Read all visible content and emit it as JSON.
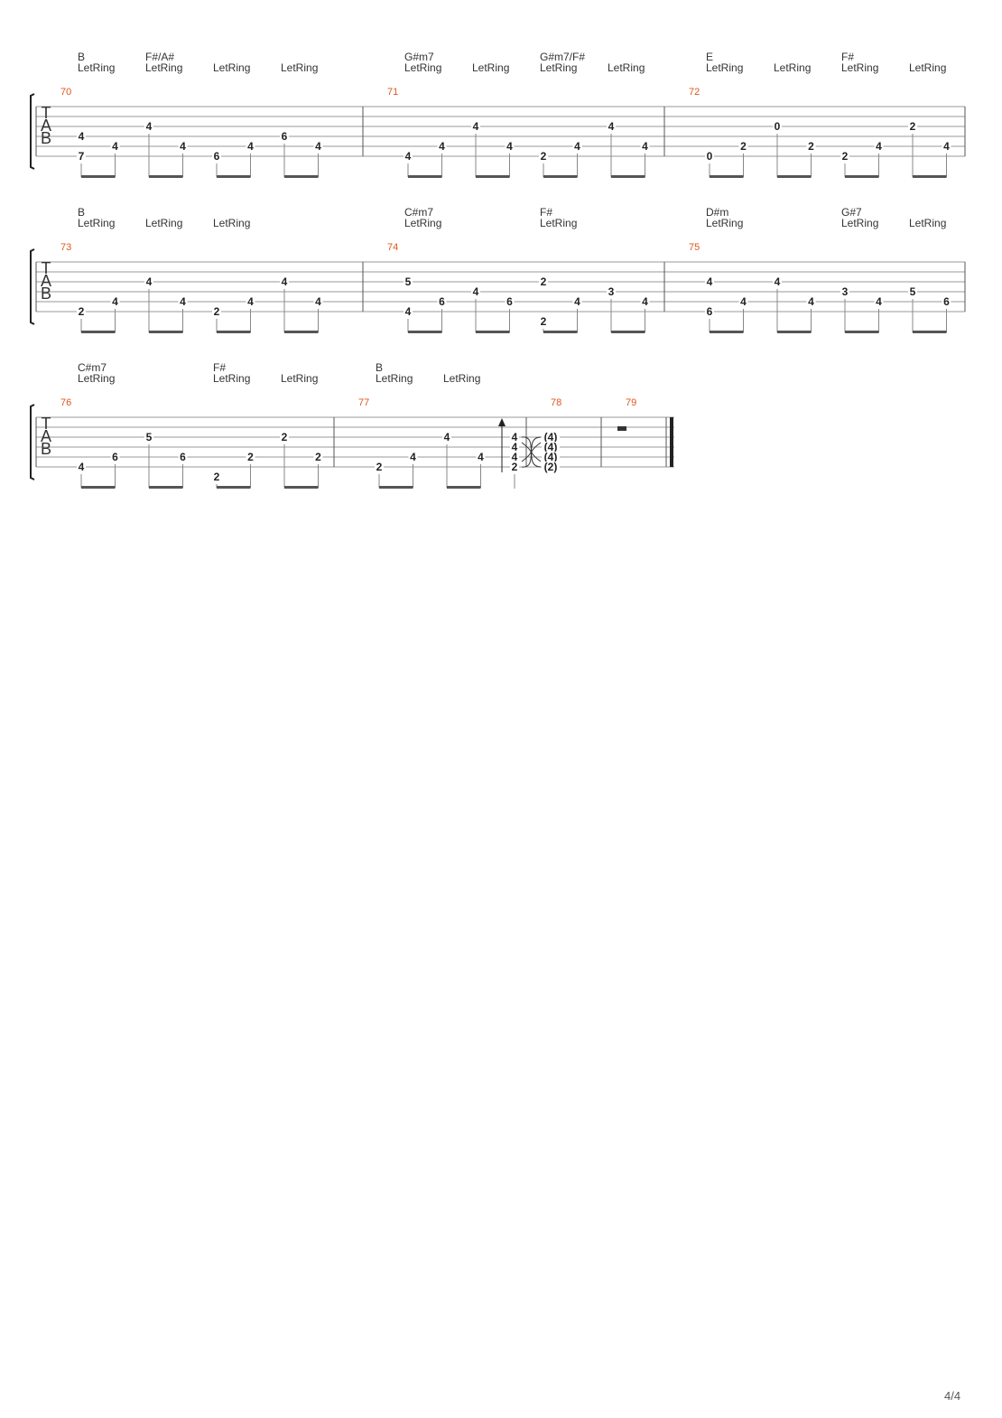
{
  "page": {
    "number": "4/4"
  },
  "clef": [
    "T",
    "A",
    "B"
  ],
  "systems": [
    {
      "measures": [
        {
          "number": "70",
          "chords": [
            {
              "name": "B",
              "beat": 0
            },
            {
              "name": "F#/A#",
              "beat": 2
            }
          ],
          "beats": [
            {
              "notes": [
                {
                  "s": 4,
                  "f": "4"
                },
                {
                  "s": 6,
                  "f": "7"
                }
              ],
              "letring": true
            },
            {
              "notes": [
                {
                  "s": 5,
                  "f": "4"
                }
              ],
              "letring": false
            },
            {
              "notes": [
                {
                  "s": 3,
                  "f": "4"
                }
              ],
              "letring": true
            },
            {
              "notes": [
                {
                  "s": 5,
                  "f": "4"
                }
              ],
              "letring": false
            },
            {
              "notes": [
                {
                  "s": 6,
                  "f": "6"
                }
              ],
              "letring": true
            },
            {
              "notes": [
                {
                  "s": 5,
                  "f": "4"
                }
              ],
              "letring": false
            },
            {
              "notes": [
                {
                  "s": 4,
                  "f": "6"
                }
              ],
              "letring": true
            },
            {
              "notes": [
                {
                  "s": 5,
                  "f": "4"
                }
              ],
              "letring": false
            }
          ]
        },
        {
          "number": "71",
          "chords": [
            {
              "name": "G#m7",
              "beat": 0
            },
            {
              "name": "G#m7/F#",
              "beat": 4
            }
          ],
          "beats": [
            {
              "notes": [
                {
                  "s": 6,
                  "f": "4"
                }
              ],
              "letring": true
            },
            {
              "notes": [
                {
                  "s": 5,
                  "f": "4"
                }
              ],
              "letring": false
            },
            {
              "notes": [
                {
                  "s": 3,
                  "f": "4"
                }
              ],
              "letring": true
            },
            {
              "notes": [
                {
                  "s": 5,
                  "f": "4"
                }
              ],
              "letring": false
            },
            {
              "notes": [
                {
                  "s": 6,
                  "f": "2"
                }
              ],
              "letring": true
            },
            {
              "notes": [
                {
                  "s": 5,
                  "f": "4"
                }
              ],
              "letring": false
            },
            {
              "notes": [
                {
                  "s": 3,
                  "f": "4"
                }
              ],
              "letring": true
            },
            {
              "notes": [
                {
                  "s": 5,
                  "f": "4"
                }
              ],
              "letring": false
            }
          ]
        },
        {
          "number": "72",
          "chords": [
            {
              "name": "E",
              "beat": 0
            },
            {
              "name": "F#",
              "beat": 4
            }
          ],
          "beats": [
            {
              "notes": [
                {
                  "s": 6,
                  "f": "0"
                }
              ],
              "letring": true
            },
            {
              "notes": [
                {
                  "s": 5,
                  "f": "2"
                }
              ],
              "letring": false
            },
            {
              "notes": [
                {
                  "s": 3,
                  "f": "0"
                }
              ],
              "letring": true
            },
            {
              "notes": [
                {
                  "s": 5,
                  "f": "2"
                }
              ],
              "letring": false
            },
            {
              "notes": [
                {
                  "s": 6,
                  "f": "2"
                }
              ],
              "letring": true
            },
            {
              "notes": [
                {
                  "s": 5,
                  "f": "4"
                }
              ],
              "letring": false
            },
            {
              "notes": [
                {
                  "s": 3,
                  "f": "2"
                }
              ],
              "letring": true
            },
            {
              "notes": [
                {
                  "s": 5,
                  "f": "4"
                }
              ],
              "letring": false
            }
          ]
        }
      ]
    },
    {
      "measures": [
        {
          "number": "73",
          "chords": [
            {
              "name": "B",
              "beat": 0
            }
          ],
          "beats": [
            {
              "notes": [
                {
                  "s": 6,
                  "f": "2"
                }
              ],
              "letring": true
            },
            {
              "notes": [
                {
                  "s": 5,
                  "f": "4"
                }
              ],
              "letring": false
            },
            {
              "notes": [
                {
                  "s": 3,
                  "f": "4"
                }
              ],
              "letring": true
            },
            {
              "notes": [
                {
                  "s": 5,
                  "f": "4"
                }
              ],
              "letring": false
            },
            {
              "notes": [
                {
                  "s": 6,
                  "f": "2"
                }
              ],
              "letring": true
            },
            {
              "notes": [
                {
                  "s": 5,
                  "f": "4"
                }
              ],
              "letring": false
            },
            {
              "notes": [
                {
                  "s": 3,
                  "f": "4"
                }
              ],
              "letring": false
            },
            {
              "notes": [
                {
                  "s": 5,
                  "f": "4"
                }
              ],
              "letring": false
            }
          ]
        },
        {
          "number": "74",
          "chords": [
            {
              "name": "C#m7",
              "beat": 0
            },
            {
              "name": "F#",
              "beat": 4
            }
          ],
          "beats": [
            {
              "notes": [
                {
                  "s": 3,
                  "f": "5"
                },
                {
                  "s": 6,
                  "f": "4"
                }
              ],
              "letring": true
            },
            {
              "notes": [
                {
                  "s": 5,
                  "f": "6"
                }
              ],
              "letring": false
            },
            {
              "notes": [
                {
                  "s": 4,
                  "f": "4"
                }
              ],
              "letring": false
            },
            {
              "notes": [
                {
                  "s": 5,
                  "f": "6"
                }
              ],
              "letring": false
            },
            {
              "notes": [
                {
                  "s": 3,
                  "f": "2"
                },
                {
                  "s": 7,
                  "f": "2"
                }
              ],
              "letring": true
            },
            {
              "notes": [
                {
                  "s": 5,
                  "f": "4"
                }
              ],
              "letring": false
            },
            {
              "notes": [
                {
                  "s": 4,
                  "f": "3"
                }
              ],
              "letring": false
            },
            {
              "notes": [
                {
                  "s": 5,
                  "f": "4"
                }
              ],
              "letring": false
            }
          ]
        },
        {
          "number": "75",
          "chords": [
            {
              "name": "D#m",
              "beat": 0
            },
            {
              "name": "G#7",
              "beat": 4
            }
          ],
          "beats": [
            {
              "notes": [
                {
                  "s": 3,
                  "f": "4"
                },
                {
                  "s": 6,
                  "f": "6"
                }
              ],
              "letring": true
            },
            {
              "notes": [
                {
                  "s": 5,
                  "f": "4"
                }
              ],
              "letring": false
            },
            {
              "notes": [
                {
                  "s": 3,
                  "f": "4"
                }
              ],
              "letring": false
            },
            {
              "notes": [
                {
                  "s": 5,
                  "f": "4"
                }
              ],
              "letring": false
            },
            {
              "notes": [
                {
                  "s": 4,
                  "f": "3"
                }
              ],
              "letring": true
            },
            {
              "notes": [
                {
                  "s": 5,
                  "f": "4"
                }
              ],
              "letring": false
            },
            {
              "notes": [
                {
                  "s": 4,
                  "f": "5"
                }
              ],
              "letring": true
            },
            {
              "notes": [
                {
                  "s": 5,
                  "f": "6"
                }
              ],
              "letring": false
            }
          ]
        }
      ]
    },
    {
      "measures": [
        {
          "number": "76",
          "chords": [
            {
              "name": "C#m7",
              "beat": 0
            },
            {
              "name": "F#",
              "beat": 4
            }
          ],
          "beats": [
            {
              "notes": [
                {
                  "s": 6,
                  "f": "4"
                }
              ],
              "letring": true
            },
            {
              "notes": [
                {
                  "s": 5,
                  "f": "6"
                }
              ],
              "letring": false
            },
            {
              "notes": [
                {
                  "s": 3,
                  "f": "5"
                }
              ],
              "letring": false
            },
            {
              "notes": [
                {
                  "s": 5,
                  "f": "6"
                }
              ],
              "letring": false
            },
            {
              "notes": [
                {
                  "s": 7,
                  "f": "2"
                }
              ],
              "letring": true
            },
            {
              "notes": [
                {
                  "s": 5,
                  "f": "2"
                }
              ],
              "letring": false
            },
            {
              "notes": [
                {
                  "s": 3,
                  "f": "2"
                }
              ],
              "letring": true
            },
            {
              "notes": [
                {
                  "s": 5,
                  "f": "2"
                }
              ],
              "letring": false
            }
          ]
        },
        {
          "number": "77",
          "chords": [
            {
              "name": "B",
              "beat": 0
            }
          ],
          "beats": [
            {
              "notes": [
                {
                  "s": 6,
                  "f": "2"
                }
              ],
              "letring": true
            },
            {
              "notes": [
                {
                  "s": 5,
                  "f": "4"
                }
              ],
              "letring": false
            },
            {
              "notes": [
                {
                  "s": 3,
                  "f": "4"
                }
              ],
              "letring": true
            },
            {
              "notes": [
                {
                  "s": 5,
                  "f": "4"
                }
              ],
              "letring": false
            },
            {
              "notes": [
                {
                  "s": 3,
                  "f": "4"
                },
                {
                  "s": 4,
                  "f": "4"
                },
                {
                  "s": 5,
                  "f": "4"
                },
                {
                  "s": 6,
                  "f": "2"
                }
              ],
              "letring": false,
              "stroke": "up"
            }
          ]
        },
        {
          "number": "78",
          "tied_chord": [
            "(4)",
            "(4)",
            "(4)",
            "(2)"
          ]
        },
        {
          "number": "79",
          "rest": "half"
        }
      ]
    }
  ],
  "labels": {
    "letring": "LetRing"
  }
}
